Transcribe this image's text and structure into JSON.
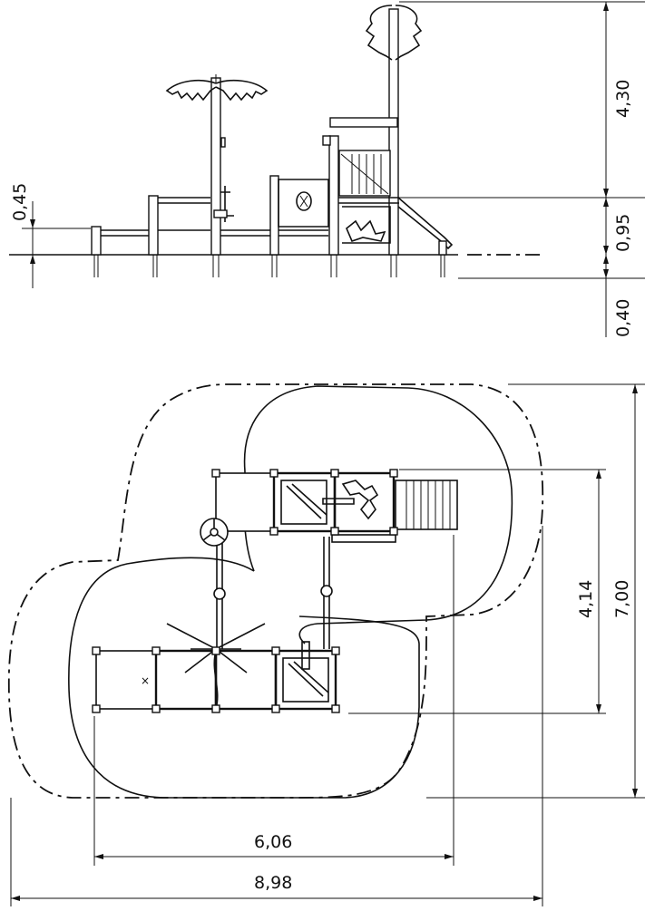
{
  "elevation_dimensions": {
    "platform_low": "0,45",
    "total_height": "4,30",
    "platform_high": "0,95",
    "foundation": "0,40"
  },
  "plan_dimensions": {
    "width_structure": "6,06",
    "width_total": "8,98",
    "depth_structure": "4,14",
    "depth_total": "7,00"
  }
}
